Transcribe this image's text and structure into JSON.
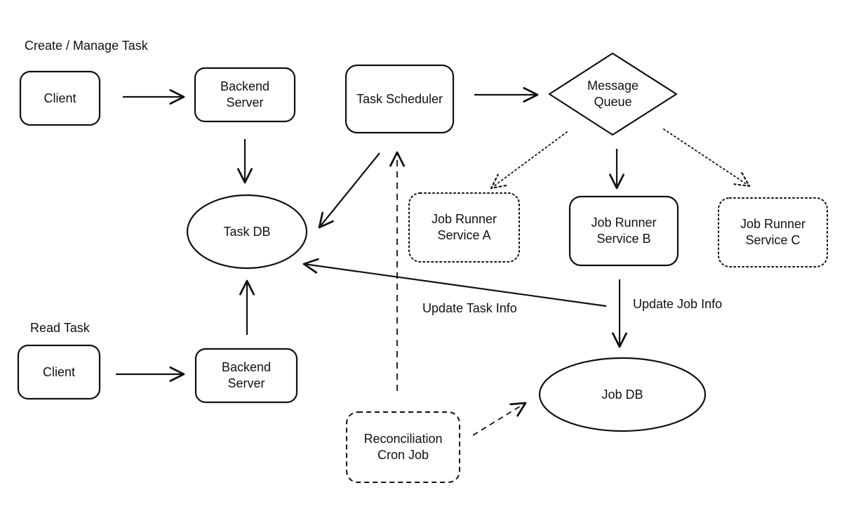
{
  "sections": {
    "create_manage": "Create / Manage Task",
    "read": "Read Task"
  },
  "nodes": {
    "client_top": "Client",
    "backend_top": "Backend\nServer",
    "task_scheduler": "Task Scheduler",
    "message_queue": "Message\nQueue",
    "task_db": "Task DB",
    "runner_a": "Job Runner\nService A",
    "runner_b": "Job Runner\nService B",
    "runner_c": "Job Runner\nService C",
    "client_bottom": "Client",
    "backend_bottom": "Backend\nServer",
    "job_db": "Job DB",
    "recon": "Reconciliation\nCron Job"
  },
  "edge_labels": {
    "update_task_info": "Update Task Info",
    "update_job_info": "Update Job Info"
  },
  "colors": {
    "stroke": "#111111",
    "background": "#ffffff"
  }
}
